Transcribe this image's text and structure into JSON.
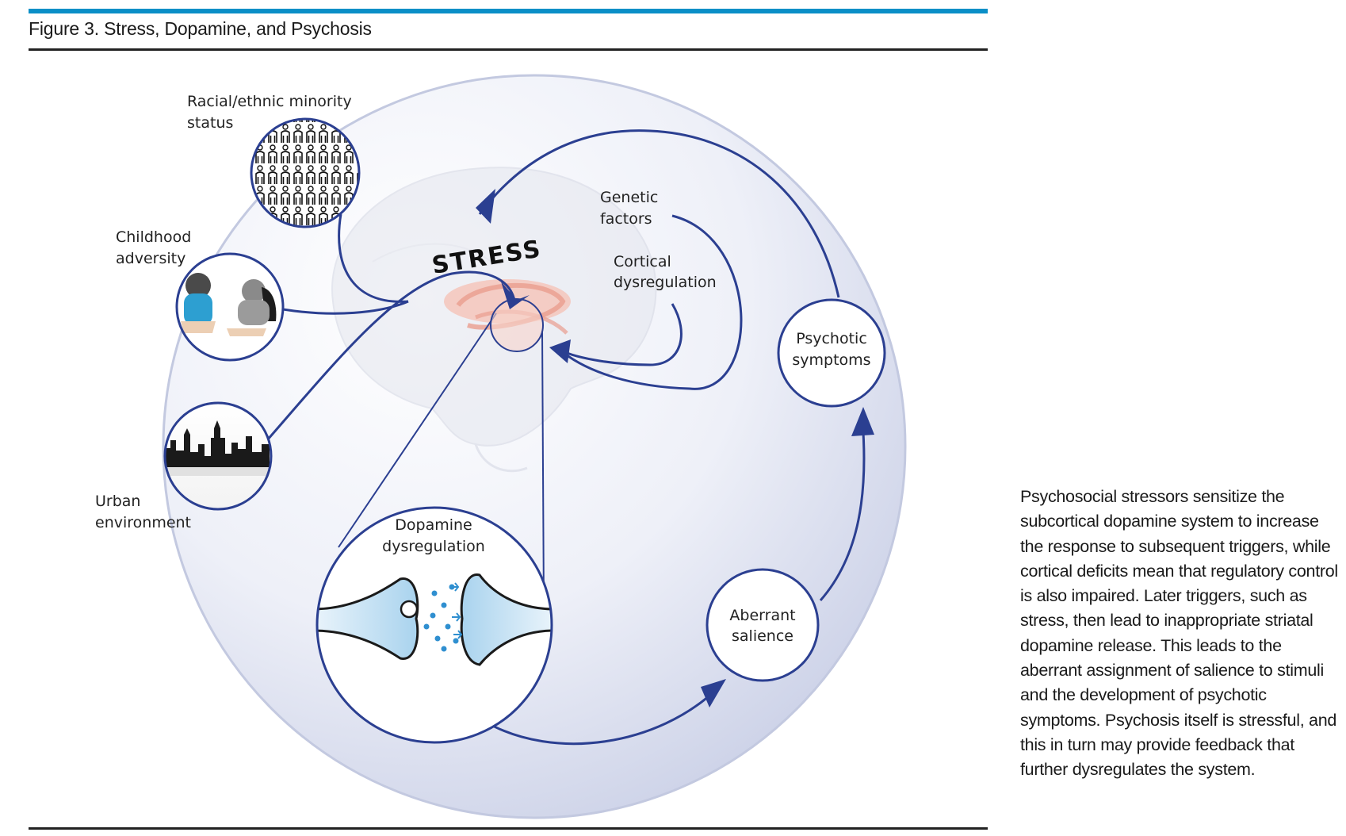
{
  "figure": {
    "title": "Figure 3. Stress, Dopamine, and Psychosis",
    "caption": "Psychosocial stressors sensitize the subcortical dopamine system to increase the response to subsequent triggers, while cortical deficits mean that regulatory control is also impaired. Later triggers, such as stress, then lead to inappropriate striatal dopamine release. This leads to the aberrant assignment of salience to stimuli and the development of psychotic symptoms. Psychosis itself is stressful, and this in turn may provide feedback that further dysregulates the system."
  },
  "diagram": {
    "stress_label": "STRESS",
    "risk_factors": {
      "minority": [
        "Racial/ethnic minority",
        "status"
      ],
      "childhood": [
        "Childhood",
        "adversity"
      ],
      "urban": [
        "Urban",
        "environment"
      ]
    },
    "genetic": [
      "Genetic",
      "factors"
    ],
    "cortical": [
      "Cortical",
      "dysregulation"
    ],
    "dopamine": [
      "Dopamine",
      "dysregulation"
    ],
    "salience": [
      "Aberrant",
      "salience"
    ],
    "psychotic": [
      "Psychotic",
      "symptoms"
    ]
  },
  "colors": {
    "accent_bar": "#0a8fc7",
    "arrow": "#2b3f91",
    "circle_outline": "#2b3f91",
    "striatum": "#f2b4a8"
  }
}
